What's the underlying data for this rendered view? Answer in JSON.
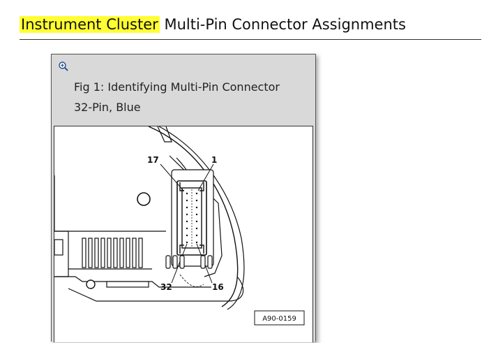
{
  "header": {
    "title_highlight": "Instrument Cluster",
    "title_rest": "Multi-Pin Connector Assignments"
  },
  "figure": {
    "zoom_icon": "zoom-in-icon",
    "caption_line1": "Fig 1: Identifying Multi-Pin Connector",
    "caption_line2": "32-Pin, Blue",
    "pins": {
      "top_left": "17",
      "top_right": "1",
      "bottom_left": "32",
      "bottom_right": "16"
    },
    "reference_code": "A90-0159"
  },
  "colors": {
    "highlight": "#ffff33",
    "figure_background": "#d9d9d9"
  }
}
